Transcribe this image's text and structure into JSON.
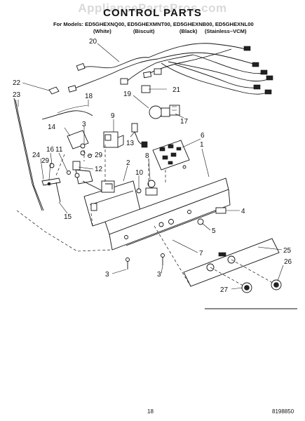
{
  "header": {
    "watermark": "AppliancePartsPros.com",
    "title": "CONTROL PARTS",
    "models_line": "For Models: ED5GHEXNQ00, ED5GHEXMNT00, ED5GHEXNB00, ED5GHEXNL00",
    "colors": [
      "(White)",
      "(Biscuit)",
      "(Black)",
      "(Stainless–VCM)"
    ]
  },
  "callouts": [
    "20",
    "22",
    "18",
    "23",
    "21",
    "19",
    "17",
    "9",
    "14",
    "3",
    "13",
    "29",
    "6",
    "8",
    "1",
    "16",
    "11",
    "12",
    "29",
    "10",
    "24",
    "2",
    "15",
    "4",
    "5",
    "7",
    "25",
    "3",
    "3",
    "26",
    "27"
  ],
  "footer": {
    "page_number": "18",
    "doc_number": "8198850"
  }
}
